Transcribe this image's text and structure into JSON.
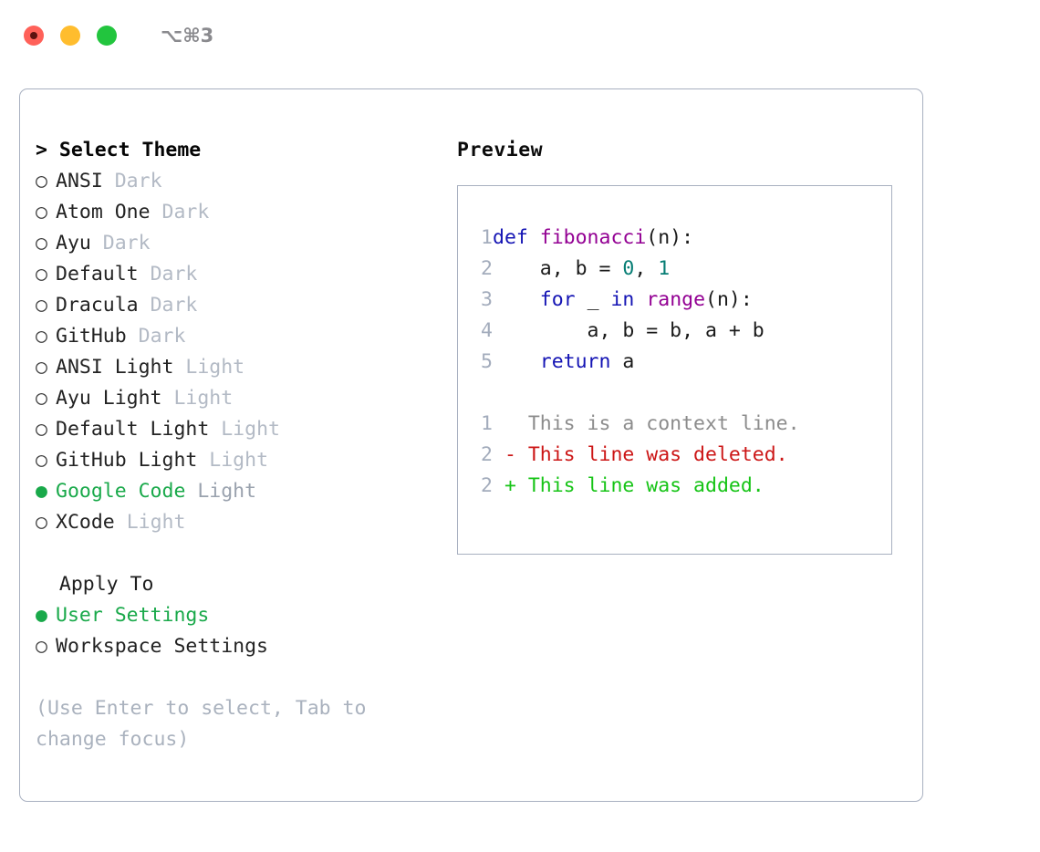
{
  "window": {
    "title": "⌥⌘3",
    "traffic_lights": [
      "close",
      "minimize",
      "zoom"
    ]
  },
  "theme_panel": {
    "header": "> Select Theme",
    "options": [
      {
        "bullet": "○",
        "name": "ANSI",
        "tag": "Dark",
        "selected": false
      },
      {
        "bullet": "○",
        "name": "Atom One",
        "tag": "Dark",
        "selected": false
      },
      {
        "bullet": "○",
        "name": "Ayu",
        "tag": "Dark",
        "selected": false
      },
      {
        "bullet": "○",
        "name": "Default",
        "tag": "Dark",
        "selected": false
      },
      {
        "bullet": "○",
        "name": "Dracula",
        "tag": "Dark",
        "selected": false
      },
      {
        "bullet": "○",
        "name": "GitHub",
        "tag": "Dark",
        "selected": false
      },
      {
        "bullet": "○",
        "name": "ANSI Light",
        "tag": "Light",
        "selected": false
      },
      {
        "bullet": "○",
        "name": "Ayu Light",
        "tag": "Light",
        "selected": false
      },
      {
        "bullet": "○",
        "name": "Default Light",
        "tag": "Light",
        "selected": false
      },
      {
        "bullet": "○",
        "name": "GitHub Light",
        "tag": "Light",
        "selected": false
      },
      {
        "bullet": "●",
        "name": "Google Code",
        "tag": "Light",
        "selected": true
      },
      {
        "bullet": "○",
        "name": "XCode",
        "tag": "Light",
        "selected": false
      }
    ]
  },
  "apply_to": {
    "header": "  Apply To",
    "options": [
      {
        "bullet": "●",
        "name": "User Settings",
        "selected": true
      },
      {
        "bullet": "○",
        "name": "Workspace Settings",
        "selected": false
      }
    ]
  },
  "hint": "(Use Enter to select, Tab to change focus)",
  "preview": {
    "label": "Preview",
    "code_lines": [
      {
        "no": "1",
        "tokens": [
          {
            "t": "def ",
            "c": "kw"
          },
          {
            "t": "fibonacci",
            "c": "fn"
          },
          {
            "t": "(n):",
            "c": "plain"
          }
        ]
      },
      {
        "no": "2",
        "tokens": [
          {
            "t": "    a, b = ",
            "c": "plain"
          },
          {
            "t": "0",
            "c": "num"
          },
          {
            "t": ", ",
            "c": "plain"
          },
          {
            "t": "1",
            "c": "num"
          }
        ]
      },
      {
        "no": "3",
        "tokens": [
          {
            "t": "    ",
            "c": "plain"
          },
          {
            "t": "for",
            "c": "kw"
          },
          {
            "t": " _ ",
            "c": "plain"
          },
          {
            "t": "in",
            "c": "kw"
          },
          {
            "t": " ",
            "c": "plain"
          },
          {
            "t": "range",
            "c": "fn"
          },
          {
            "t": "(n):",
            "c": "plain"
          }
        ]
      },
      {
        "no": "4",
        "tokens": [
          {
            "t": "        a, b = b, a + b",
            "c": "plain"
          }
        ]
      },
      {
        "no": "5",
        "tokens": [
          {
            "t": "    ",
            "c": "plain"
          },
          {
            "t": "return",
            "c": "kw"
          },
          {
            "t": " a",
            "c": "plain"
          }
        ]
      }
    ],
    "diff_lines": [
      {
        "no": "1",
        "tokens": [
          {
            "t": "   This is a context line.",
            "c": "ctx"
          }
        ]
      },
      {
        "no": "2",
        "tokens": [
          {
            "t": " - This line was deleted.",
            "c": "del"
          }
        ]
      },
      {
        "no": "2",
        "tokens": [
          {
            "t": " + This line was added.",
            "c": "add"
          }
        ]
      }
    ]
  },
  "colors": {
    "accent_green": "#19A94A",
    "border": "#A8B0C0",
    "muted": "#B3BAC5",
    "keyword": "#1414B4",
    "function": "#930093",
    "number": "#067D74",
    "diff_delete": "#CC1616",
    "diff_add": "#16C416",
    "line_number": "#A3ACBC",
    "traffic_red": "#FF6159",
    "traffic_yellow": "#FFBD2E",
    "traffic_green": "#22C53E"
  }
}
